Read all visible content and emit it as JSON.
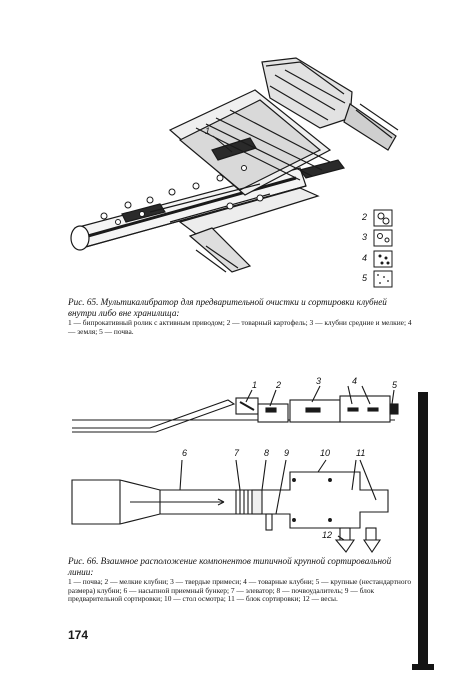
{
  "figure65": {
    "callouts": {
      "c1": "1",
      "c2": "2",
      "c3": "3",
      "c4": "4",
      "c5": "5"
    },
    "title": "Рис. 65. Мультикалибратор для предварительной очистки и сорти­ровки клубней внутри либо вне хранилища:",
    "legend": "1 — бипрокативный ролик с активным приводом; 2 — товарный карто­фель; 3 — клубни средние и мелкие; 4 — земля; 5 — почва."
  },
  "figure66": {
    "callouts": {
      "c1": "1",
      "c2": "2",
      "c3": "3",
      "c4": "4",
      "c5": "5",
      "c6": "6",
      "c7": "7",
      "c8": "8",
      "c9": "9",
      "c10": "10",
      "c11": "11",
      "c12": "12"
    },
    "title": "Рис. 66. Взаимное расположение компонентов типичной крупной сортировальной линии:",
    "legend": "1 — почва; 2 — мелкие клубни; 3 — твердые примеси; 4 — товарные клуб­ни; 5 — крупные (нестандартного размера) клубни; 6 — насыпной прием­ный бункер; 7 — элеватор; 8 — почвоудалитель; 9 — блок предварительной сортировки; 10 — стол осмотра; 11 — блок сортировки; 12 — весы."
  },
  "page_number": "174"
}
